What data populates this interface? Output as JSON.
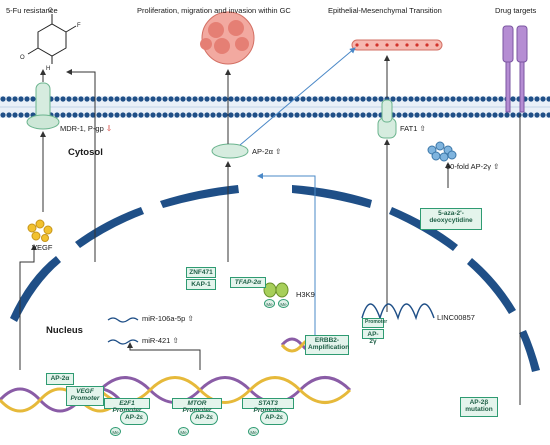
{
  "titles": {
    "fu_resistance": "5-Fu resistance",
    "proliferation": "Proliferation, migration and invasion within GC",
    "emt": "Epithelial-Mesenchymal Transition",
    "drug_targets": "Drug targets"
  },
  "labels": {
    "mdr1": "MDR-1, P-gp",
    "cytosol": "Cytosol",
    "nucleus": "Nucleus",
    "vegf": "VEGF",
    "ap2a": "AP-2α",
    "fat1": "FAT1",
    "fold30": "30-fold  AP-2γ",
    "mir106": "miR-106a-5p",
    "mir421": "miR-421",
    "h3k9": "H3K9",
    "linc": "LINC00857",
    "me": "Me"
  },
  "boxes": {
    "aza": "5-aza-2'-deoxycytidine",
    "znf471": "ZNF471",
    "kap1": "KAP-1",
    "tfap": "TFAP-2α",
    "erbb2": "ERBB2-Amplification",
    "promoter": "Promoter",
    "ap2y": "AP-2γ",
    "ap2a_nuc": "AP-2α",
    "vegf_promoter": "VEGF Promoter",
    "e2f1": "E2F1 Promoter",
    "mtor": "MTOR Promoter",
    "stat3": "STAT3 Promoter",
    "ap2e": "AP-2ε",
    "ap2b": "AP-2β mutation"
  },
  "arrows_legend": {
    "up": "⇧",
    "down": "⇩"
  },
  "colors": {
    "membrane": "#1f4f87",
    "nuclear_envelope": "#1f4f87",
    "accent_green": "#2f9b72",
    "blue_arrow": "#4a88c7",
    "down_arrow": "#d2332b",
    "vegf": "#f2c12e"
  }
}
